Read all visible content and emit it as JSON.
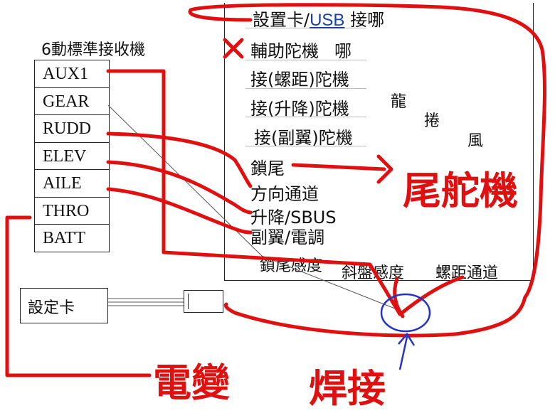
{
  "receiver": {
    "title": "6動標準接收機",
    "channels": [
      "AUX1",
      "GEAR",
      "RUDD",
      "ELEV",
      "AILE",
      "THRO",
      "BATT"
    ]
  },
  "config_card": {
    "label": "設定卡"
  },
  "menu": {
    "usb_prefix": "設置卡/",
    "usb_word": "USB",
    "usb_suffix": " 接哪",
    "aux_servo": "輔助陀機",
    "aux_question": "哪",
    "pitch_gyro": "接(螺距)陀機",
    "elevator_gyro": "接(升降)陀機",
    "aileron_gyro": "接(副翼)陀機",
    "vertical_chars": [
      "龍",
      "捲",
      "風"
    ],
    "tail_lock": "鎖尾",
    "rudder_channel": "方向通道",
    "elevator_sbus": "升降/SBUS",
    "aileron_esc": "副翼/電調",
    "tail_gain": "鎖尾感度",
    "swash_gain": "斜盤感度",
    "pitch_channel": "螺距通道"
  },
  "annotations": {
    "tail_servo": "尾舵機",
    "esc": "電變",
    "solder": "焊接",
    "cross_mark": "✕"
  },
  "colors": {
    "red": "#e01010",
    "blue": "#2233cc",
    "link": "#1a3fa8"
  }
}
